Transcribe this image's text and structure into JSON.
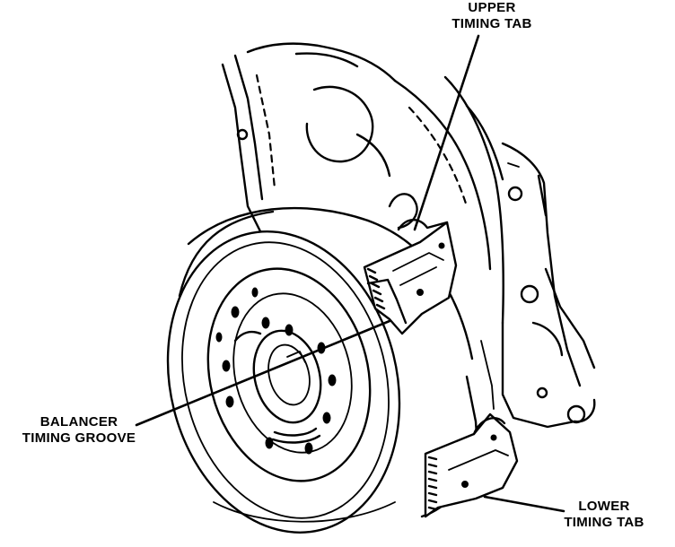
{
  "labels": {
    "upper_timing_tab": {
      "line1": "UPPER",
      "line2": "TIMING TAB"
    },
    "balancer_timing_groove": {
      "line1": "BALANCER",
      "line2": "TIMING GROOVE"
    },
    "lower_timing_tab": {
      "line1": "LOWER",
      "line2": "TIMING TAB"
    }
  },
  "colors": {
    "ink": "#000000",
    "paper": "#ffffff"
  }
}
